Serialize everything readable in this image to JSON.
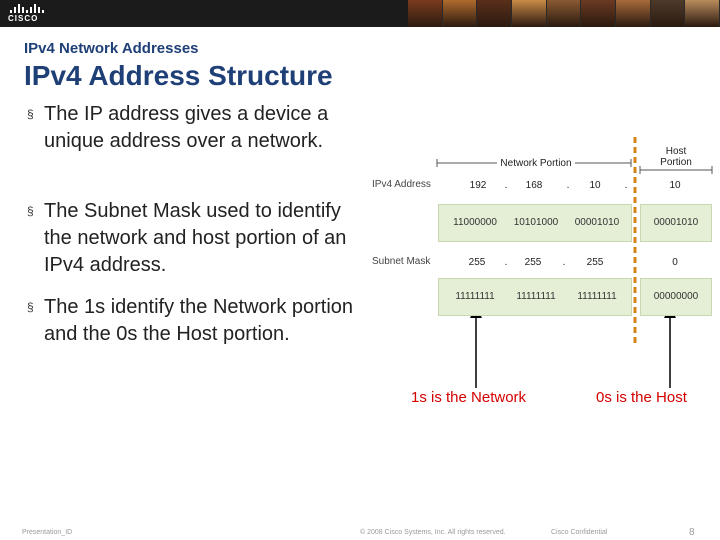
{
  "header": {
    "logo_text": "CISCO",
    "photo_colors": [
      "#7a3b1e",
      "#b06a2e",
      "#5a2f1a",
      "#c98a46",
      "#8a5a32",
      "#6b3a22",
      "#a86a3a",
      "#4e3a2a",
      "#b98b5c"
    ]
  },
  "slide": {
    "subtitle": "IPv4 Network Addresses",
    "title": "IPv4 Address Structure"
  },
  "bullets": [
    {
      "marker": "§",
      "text": "The IP address gives a device a unique address over a network."
    },
    {
      "marker": "§",
      "text": "The Subnet Mask used to identify the network and host portion of an IPv4 address."
    },
    {
      "marker": "§",
      "text": "The 1s identify the Network portion and the 0s the Host portion."
    }
  ],
  "diagram": {
    "network_portion_label": "Network Portion",
    "host_portion_label_line1": "Host",
    "host_portion_label_line2": "Portion",
    "ipv4_label": "IPv4 Address",
    "subnet_label": "Subnet Mask",
    "dot": ".",
    "address_octets": [
      "192",
      "168",
      "10",
      "10"
    ],
    "address_binary": [
      "11000000",
      "10101000",
      "00001010",
      "00001010"
    ],
    "mask_octets": [
      "255",
      "255",
      "255",
      "0"
    ],
    "mask_binary": [
      "11111111",
      "11111111",
      "11111111",
      "00000000"
    ],
    "colors": {
      "bin_fill": "#e5efd6",
      "divider": "#d4821a",
      "annotation": "#d40000",
      "title": "#1f3f77"
    }
  },
  "annotations": {
    "network": "1s is the Network",
    "host": "0s is the Host"
  },
  "footer": {
    "left": "Presentation_ID",
    "center": "© 2008 Cisco Systems, Inc. All rights reserved.",
    "right": "Cisco Confidential",
    "page": "8"
  }
}
